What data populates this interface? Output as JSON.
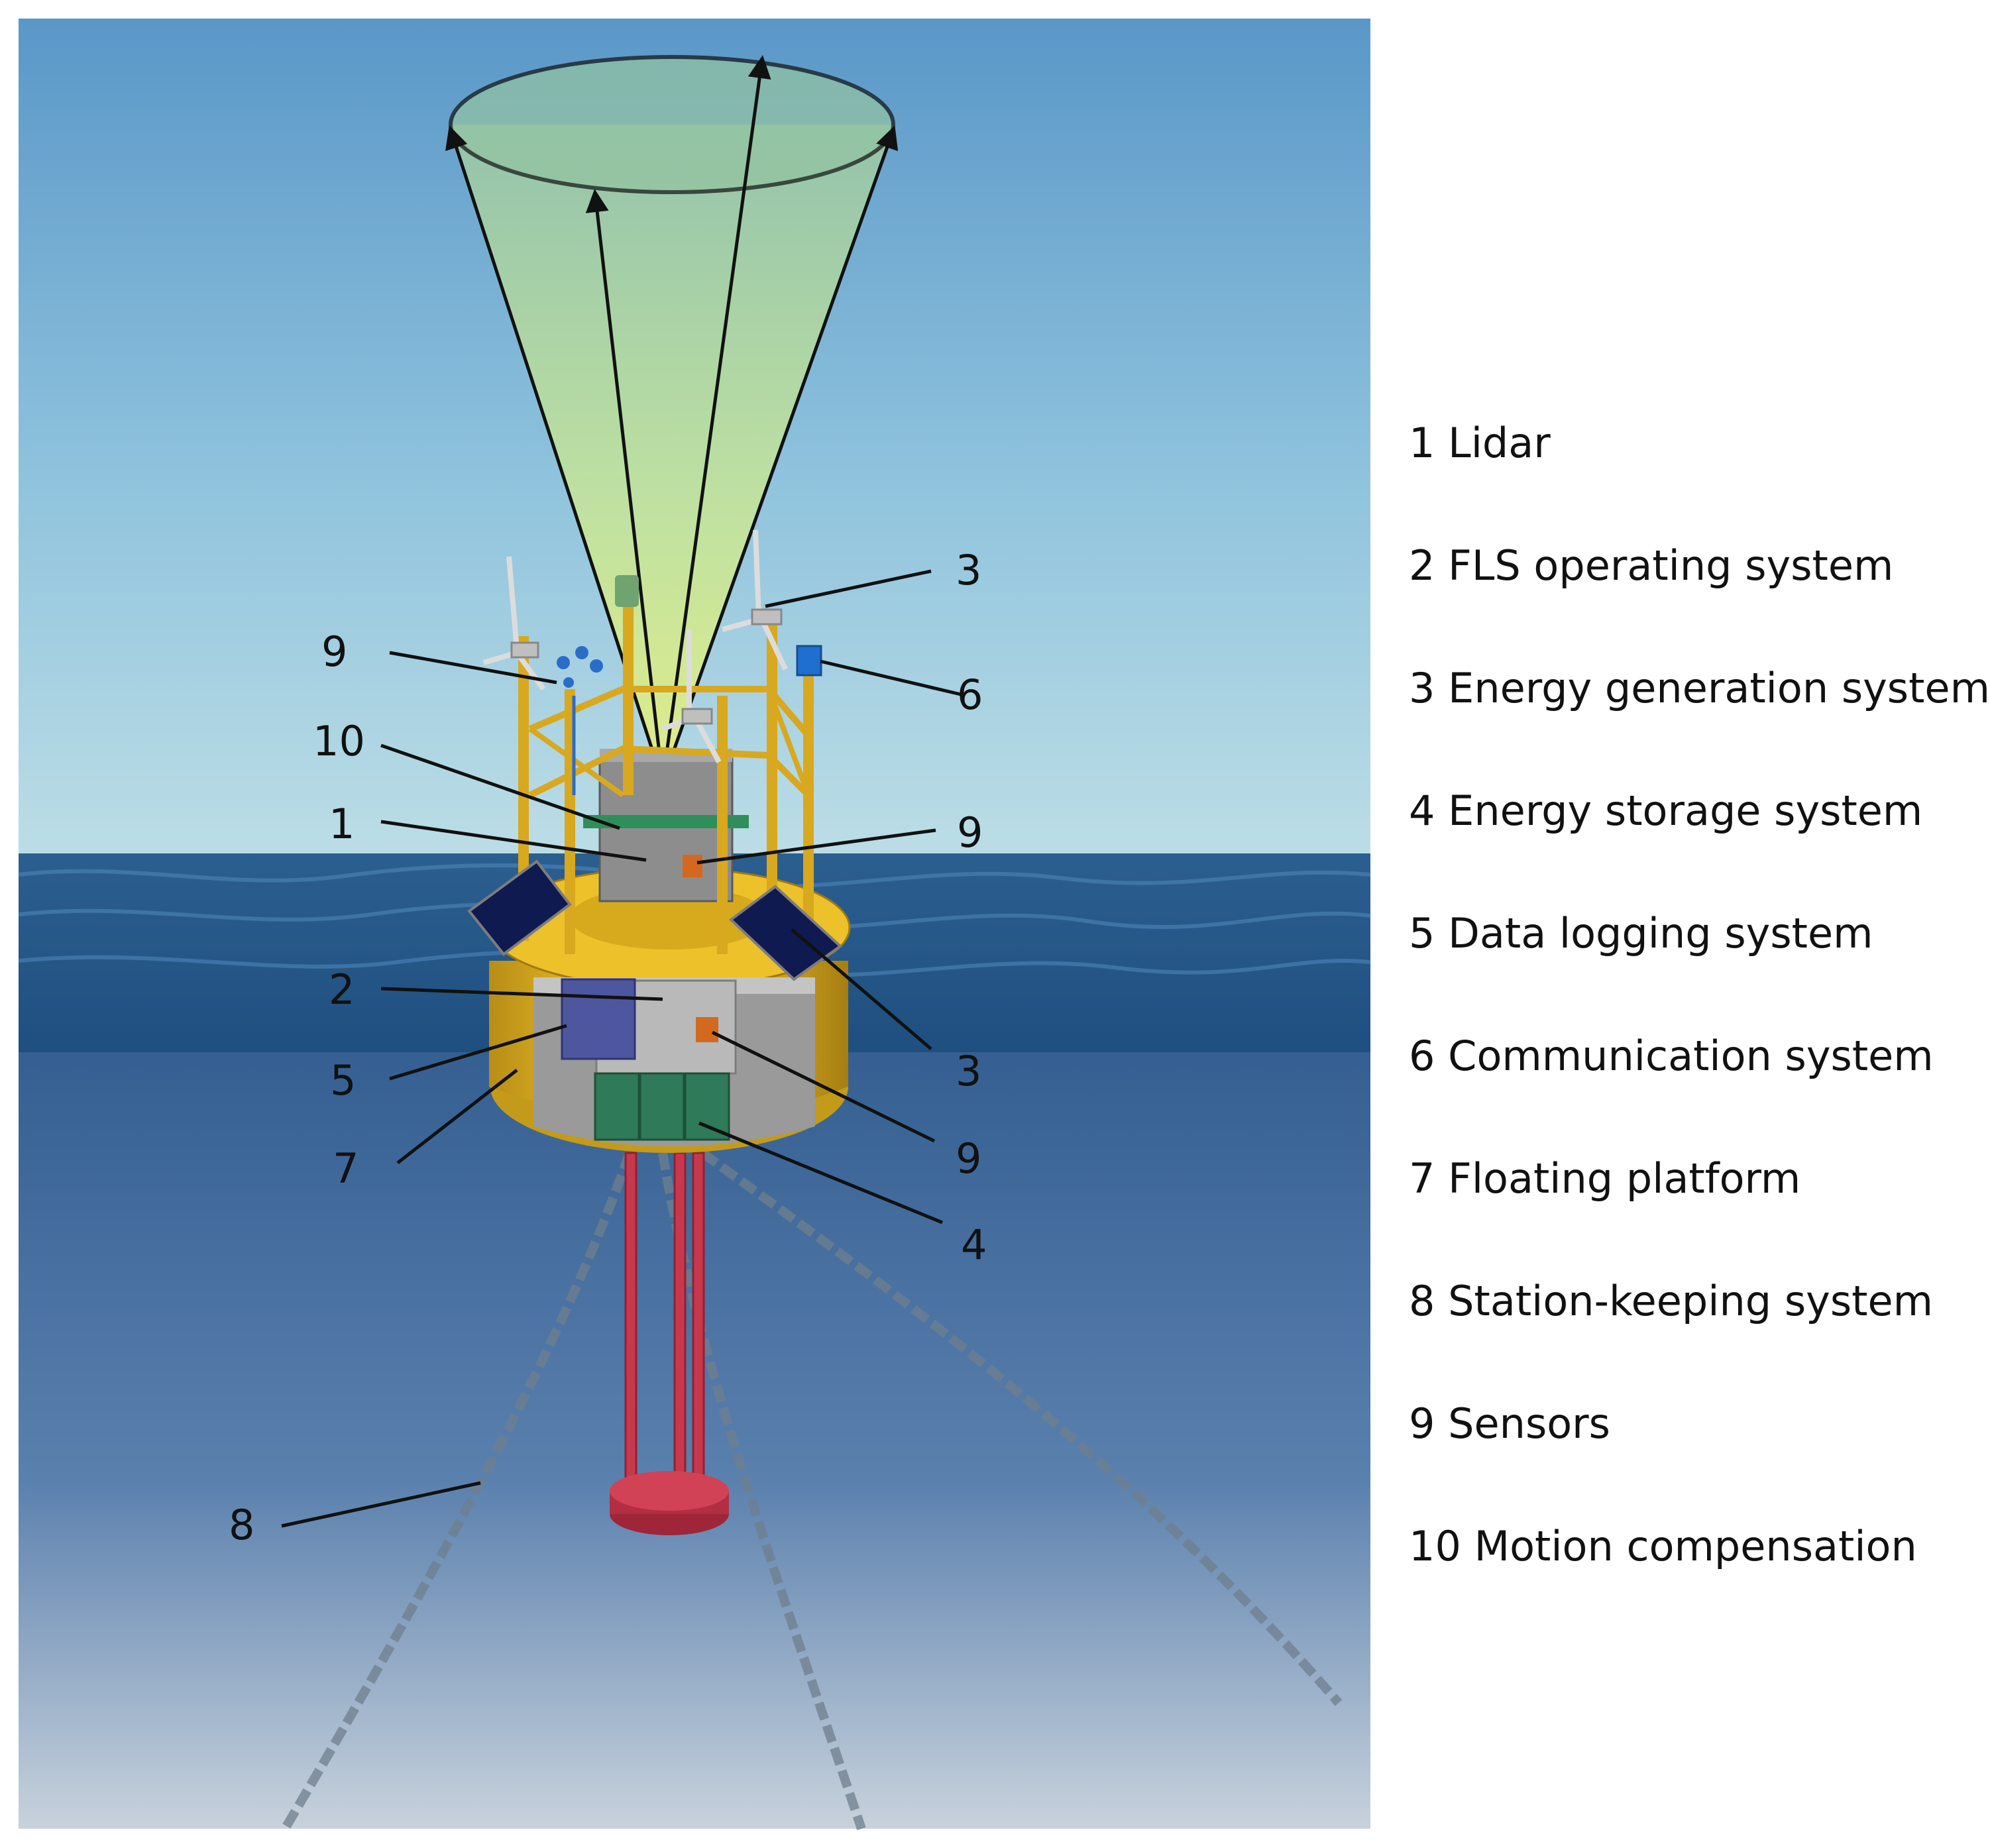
{
  "callouts": {
    "c9_top": "9",
    "c10": "10",
    "c1": "1",
    "c2": "2",
    "c5": "5",
    "c7": "7",
    "c8": "8",
    "c3_top": "3",
    "c6": "6",
    "c9_mid": "9",
    "c3_bottom": "3",
    "c9_low": "9",
    "c4": "4"
  },
  "legend": [
    "1 Lidar",
    "2 FLS operating system",
    "3 Energy generation system",
    "4 Energy storage system",
    "5 Data logging system",
    "6 Communication system",
    "7 Floating platform",
    "8 Station-keeping system",
    "9 Sensors",
    "10 Motion compensation"
  ],
  "colors": {
    "sky_top": "#5f9bc9",
    "sky_bottom": "#b7d9e4",
    "sea_surface": "#2a5c8f",
    "underwater": "#4a74a6",
    "seabed": "#d7dde2",
    "buoy_yellow": "#e3b521",
    "lidar_beam": "#c7e88f",
    "mooring_red": "#c8384c",
    "battery_green": "#2f7a58",
    "solar_navy": "#101a4f"
  }
}
